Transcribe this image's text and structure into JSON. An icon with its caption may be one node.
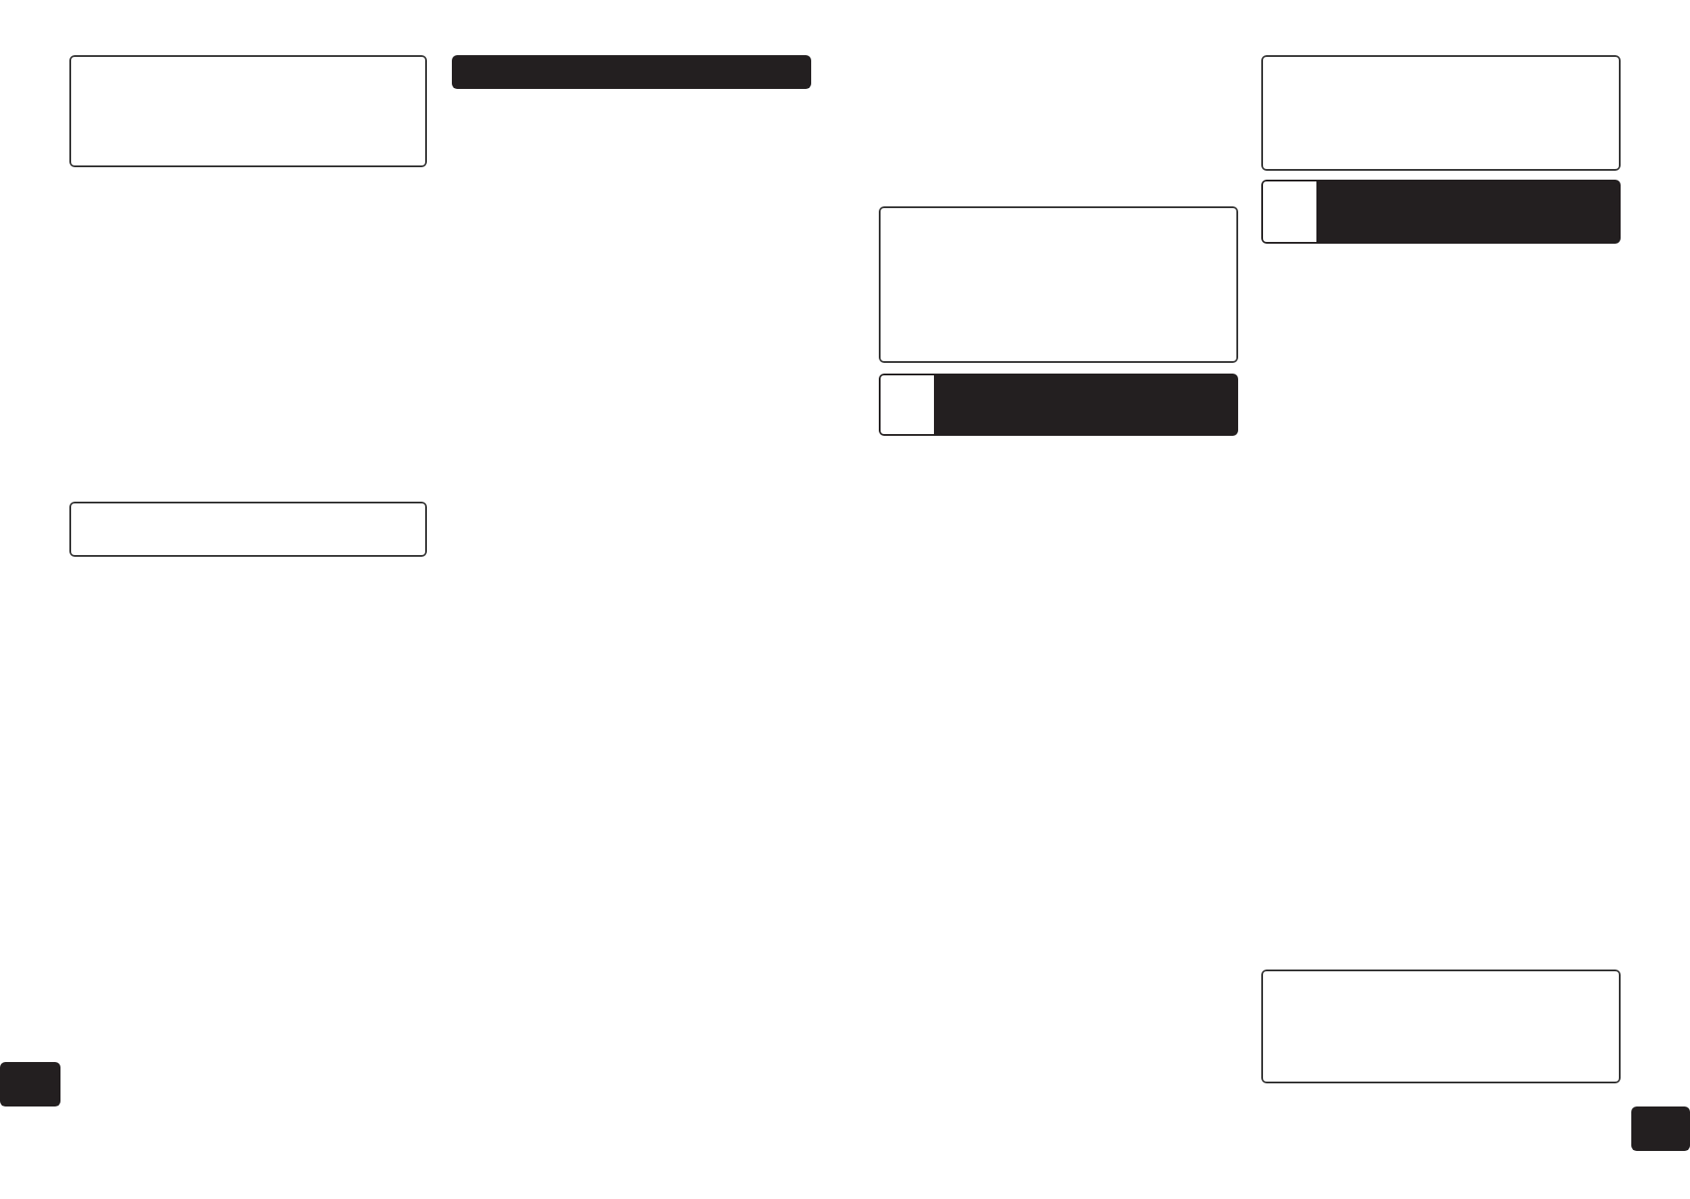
{
  "diagram": {
    "nodes": [
      {
        "text": [],
        "shape": "box"
      },
      {
        "text": [],
        "shape": "box"
      },
      {
        "text": [],
        "shape": "bar"
      },
      {
        "text": [],
        "shape": "bar"
      },
      {
        "text": [],
        "shape": "box"
      },
      {
        "text": [],
        "shape": "bar"
      },
      {
        "text": [],
        "shape": "box"
      },
      {
        "text": [],
        "shape": "bar"
      },
      {
        "text": [],
        "shape": "box"
      },
      {
        "text": [],
        "shape": "bar"
      }
    ]
  }
}
